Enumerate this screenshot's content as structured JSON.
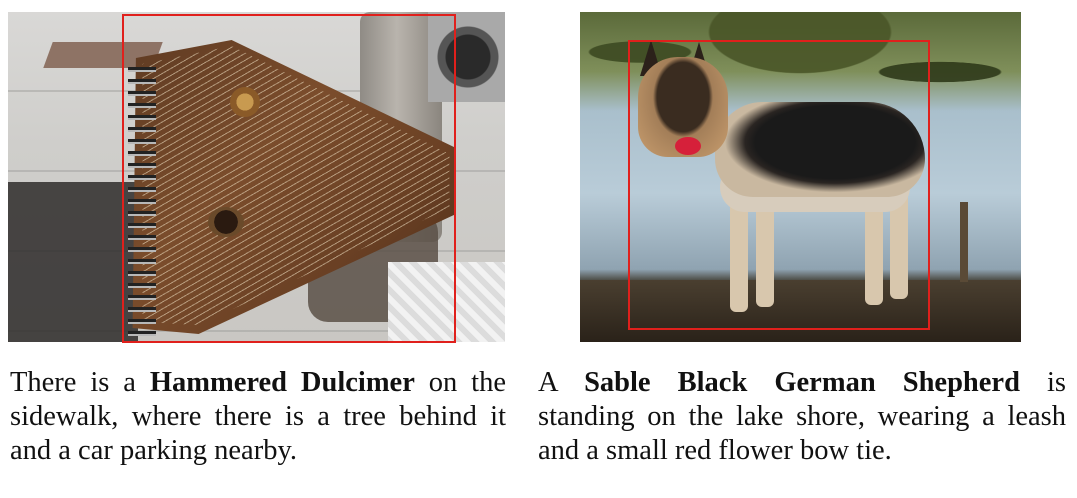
{
  "figures": [
    {
      "caption_before": "There is a ",
      "caption_bold": "Hammered Dulcimer",
      "caption_after": " on the sidewalk, where there is a tree behind it and a car parking nearby.",
      "bbox_color": "#e0201c"
    },
    {
      "caption_before": "A ",
      "caption_bold": "Sable Black German Shepherd",
      "caption_after": " is standing on the lake shore, wearing a leash and a small red flower bow tie.",
      "bbox_color": "#e0201c"
    }
  ]
}
